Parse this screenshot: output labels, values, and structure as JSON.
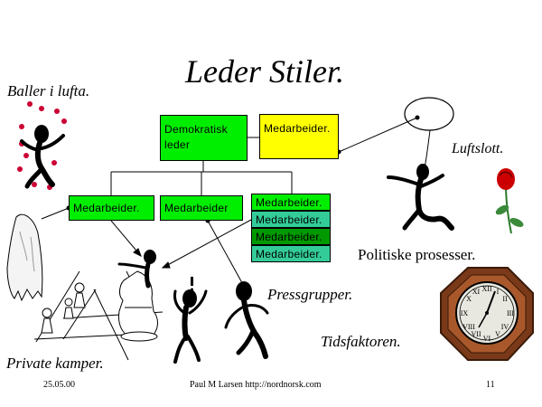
{
  "title": "Leder Stiler.",
  "org_chart": {
    "leader_box": [
      "Demokratisk",
      "leder"
    ],
    "top_right_box": "Medarbeider.",
    "left_box": "Medarbeider.",
    "middle_box": "Medarbeider",
    "stack_boxes": [
      "Medarbeider.",
      "Medarbeider.",
      "Medarbeider.",
      "Medarbeider."
    ]
  },
  "labels": {
    "baller": "Baller i lufta.",
    "luftslott": "Luftslott.",
    "politiske": "Politiske prosesser.",
    "pressgrupper": "Pressgrupper.",
    "tidsfaktoren": "Tidsfaktoren.",
    "private": "Private kamper."
  },
  "footer": {
    "date": "25.05.00",
    "author": "Paul M Larsen    http://nordnorsk.com",
    "page": "11"
  },
  "colors": {
    "green": "#00ee00",
    "yellow": "#ffff00",
    "teal": "#33cc99",
    "dark_green": "#009900",
    "ball_red": "#cc0033",
    "rose_red": "#cc0000",
    "clock_wood": "#7a3a1a"
  },
  "icons": [
    "juggler-figure",
    "rope-swinger-figure",
    "rose-icon",
    "ghost-figure",
    "chess-pieces",
    "dancing-figures",
    "octagonal-clock-icon"
  ]
}
